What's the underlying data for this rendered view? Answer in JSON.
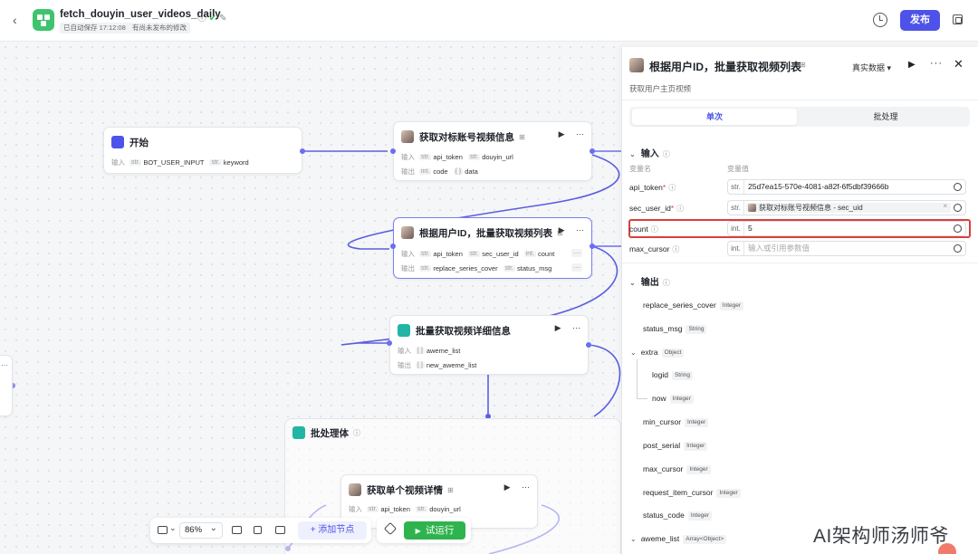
{
  "topbar": {
    "title": "fetch_douyin_user_videos_daily",
    "autosave": "已自动保存 17:12:08",
    "unpublished": "有尚未发布的修改",
    "publish_label": "发布",
    "info_glyph": "ⓘ",
    "ok_glyph": "✔",
    "edit_glyph": "✎",
    "back_glyph": "‹"
  },
  "canvas": {
    "nodes": {
      "start": {
        "title": "开始",
        "input_label": "输入",
        "params": [
          {
            "type": "str.",
            "name": "BOT_USER_INPUT"
          },
          {
            "type": "str.",
            "name": "keyword"
          }
        ]
      },
      "get_target": {
        "title": "获取对标账号视频信息",
        "input_label": "输入",
        "output_label": "输出",
        "inputs": [
          {
            "type": "str.",
            "name": "api_token"
          },
          {
            "type": "str.",
            "name": "douyin_url"
          }
        ],
        "outputs": [
          {
            "type": "int.",
            "name": "code"
          },
          {
            "type": "{ }",
            "name": "data"
          }
        ]
      },
      "batch_list": {
        "title": "根据用户ID，批量获取视频列表",
        "input_label": "输入",
        "output_label": "输出",
        "inputs": [
          {
            "type": "str.",
            "name": "api_token"
          },
          {
            "type": "str.",
            "name": "sec_user_id"
          },
          {
            "type": "int.",
            "name": "count"
          }
        ],
        "outputs": [
          {
            "type": "str.",
            "name": "replace_series_cover"
          },
          {
            "type": "str.",
            "name": "status_msg"
          }
        ],
        "more": "···"
      },
      "batch_detail": {
        "title": "批量获取视频详细信息",
        "input_label": "输入",
        "output_label": "输出",
        "inputs": [
          {
            "type": "[ ]",
            "name": "aweme_list"
          }
        ],
        "outputs": [
          {
            "type": "[ ]",
            "name": "new_aweme_list"
          }
        ]
      },
      "batch_body": {
        "title": "批处理体"
      },
      "single_detail": {
        "title": "获取单个视频详情",
        "input_label": "输入",
        "inputs": [
          {
            "type": "str.",
            "name": "api_token"
          },
          {
            "type": "str.",
            "name": "douyin_url"
          }
        ]
      }
    },
    "run_glyph": "▶",
    "more_glyph": "···",
    "sub_icon_glyph": "⊞",
    "edge_color": "#5b5fe0"
  },
  "toolbar": {
    "zoom": "86%",
    "add_node": "+  添加节点",
    "run": "试运行",
    "run_glyph": "▶"
  },
  "panel": {
    "title": "根据用户ID，批量获取视频列表",
    "mode": "真实数据 ▾",
    "description": "获取用户主页视频",
    "tabs": [
      "单次",
      "批处理"
    ],
    "input_section": "输入",
    "col_var_name": "变量名",
    "col_var_value": "变量值",
    "inputs": [
      {
        "name": "api_token",
        "required": true,
        "type": "str.",
        "value": "25d7ea15-570e-4081-a82f-6f5dbf39666b"
      },
      {
        "name": "sec_user_id",
        "required": true,
        "type": "str.",
        "ref": "获取对标账号视频信息 - sec_uid"
      },
      {
        "name": "count",
        "required": false,
        "type": "int.",
        "value": "5"
      },
      {
        "name": "max_cursor",
        "required": false,
        "type": "int.",
        "placeholder": "输入或引用参数值"
      }
    ],
    "output_section": "输出",
    "outputs": [
      {
        "name": "replace_series_cover",
        "type": "Integer"
      },
      {
        "name": "status_msg",
        "type": "String"
      },
      {
        "name": "extra",
        "type": "Object"
      },
      {
        "name": "logid",
        "type": "String"
      },
      {
        "name": "now",
        "type": "Integer"
      },
      {
        "name": "min_cursor",
        "type": "Integer"
      },
      {
        "name": "post_serial",
        "type": "Integer"
      },
      {
        "name": "max_cursor",
        "type": "Integer"
      },
      {
        "name": "request_item_cursor",
        "type": "Integer"
      },
      {
        "name": "status_code",
        "type": "Integer"
      },
      {
        "name": "aweme_list",
        "type": "Array<Object>"
      }
    ],
    "required_mark": "*",
    "info_glyph": "ⓘ",
    "chevron_down": "⌄",
    "clear_glyph": "×",
    "close_glyph": "✕"
  },
  "watermark": "AI架构师汤师爷",
  "colors": {
    "accent": "#4d53e8",
    "run_green": "#2fb34f",
    "highlight_red": "#d9403a",
    "logo_green": "#3ec46d"
  }
}
